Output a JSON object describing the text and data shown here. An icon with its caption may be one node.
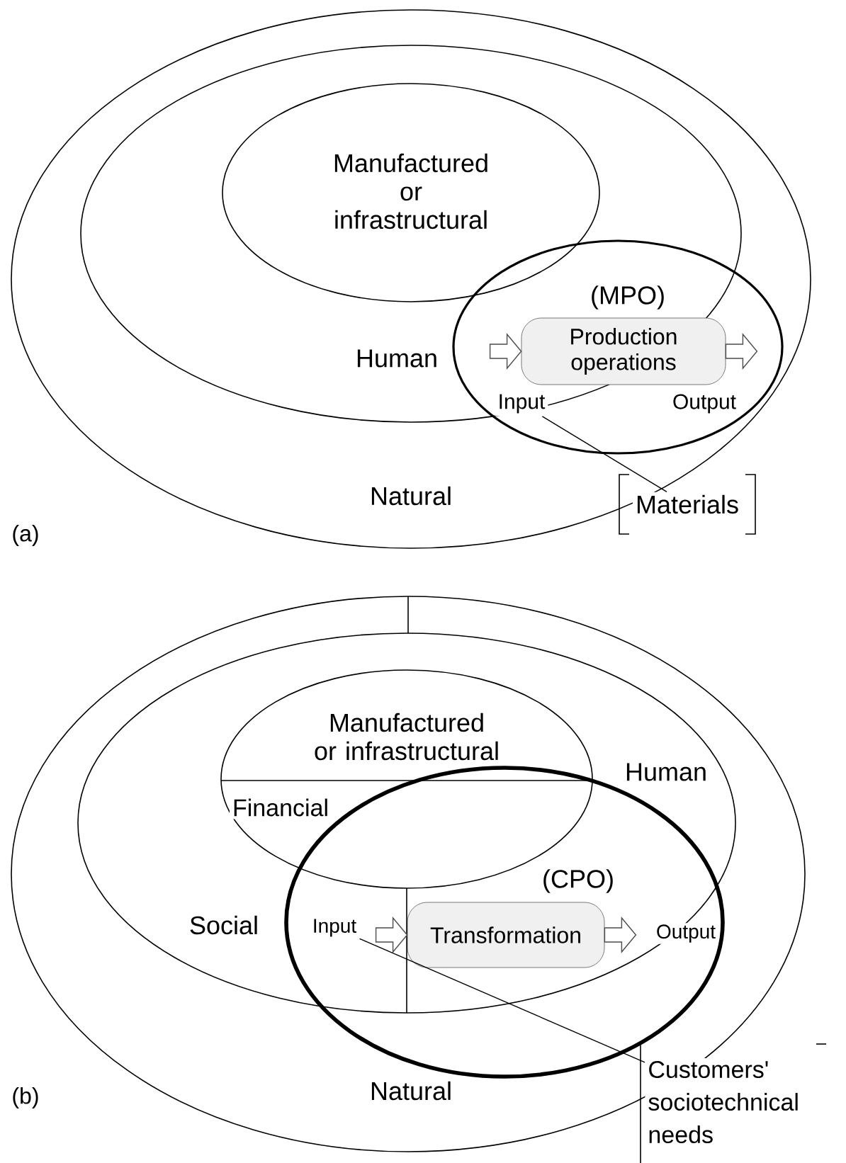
{
  "diagram": {
    "nodes": [
      {
        "text": [
          "Natural"
        ]
      },
      {
        "text": [
          "Human"
        ],
        "in": 0
      },
      {
        "text": [
          "Manufactured or infrastructural"
        ],
        "in": 1
      },
      {
        "text": [
          "(MPO)"
        ],
        "in": 0
      },
      {
        "text": [
          "Production operations"
        ],
        "beside": [
          "Output"
        ]
      },
      {
        "text": [
          "Input"
        ]
      },
      {
        "text": [
          "Materials"
        ]
      },
      {
        "text": [
          "Natural"
        ]
      },
      {
        "text": [
          "Social",
          "Human"
        ],
        "in": 7
      },
      {
        "text": [
          "Manufactured or infrastructural",
          "Financial"
        ],
        "in": 8
      },
      {
        "text": [
          "(CPO)"
        ],
        "in": 7
      },
      {
        "text": [
          "Transformation"
        ],
        "beside": [
          "Output"
        ]
      },
      {
        "text": [
          "Input"
        ]
      },
      {
        "text": [
          "Customers' sociotechnical needs"
        ]
      }
    ],
    "edges": [
      {
        "from": null,
        "to": 4,
        "arrow": "to"
      },
      {
        "from": 4,
        "to": null,
        "arrow": "to"
      },
      {
        "from": 5,
        "to": 6,
        "arrow": "none"
      },
      {
        "from": null,
        "to": 11,
        "arrow": "to"
      },
      {
        "from": 11,
        "to": null,
        "arrow": "to"
      },
      {
        "from": 12,
        "to": 13,
        "arrow": "none"
      }
    ],
    "labels": [
      "(a)",
      "(b)"
    ]
  }
}
